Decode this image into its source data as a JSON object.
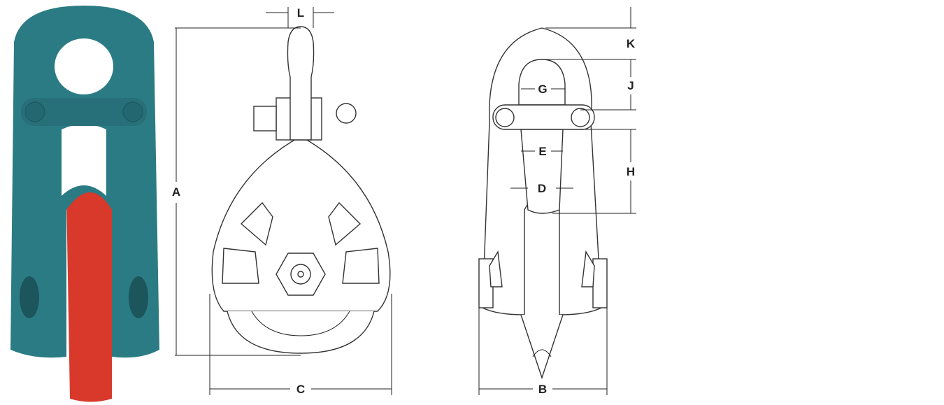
{
  "dimension_labels": {
    "A": "A",
    "B": "B",
    "C": "C",
    "D": "D",
    "E": "E",
    "G": "G",
    "H": "H",
    "J": "J",
    "K": "K",
    "L": "L"
  },
  "colors": {
    "body_teal": "#2b7b84",
    "sheave_red": "#d8392b",
    "line": "#222222"
  }
}
